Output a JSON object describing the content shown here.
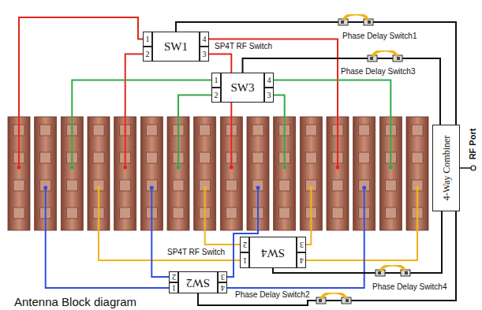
{
  "diagram": {
    "caption": "Antenna Block diagram",
    "nodes": [
      {
        "text": [
          "SW1"
        ]
      },
      {
        "text": [
          "1"
        ]
      },
      {
        "text": [
          "4"
        ]
      },
      {
        "text": [
          "2"
        ]
      },
      {
        "text": [
          "3"
        ]
      },
      {
        "text": [
          "Phase Delay Switch1"
        ]
      },
      {
        "text": [
          "Phase Delay Switch3"
        ]
      },
      {
        "text": [
          "SW3"
        ]
      },
      {
        "text": [
          "1"
        ]
      },
      {
        "text": [
          "4"
        ]
      },
      {
        "text": [
          "2"
        ]
      },
      {
        "text": [
          "3"
        ]
      },
      {
        "text": [
          "4-Way Combiner"
        ]
      },
      {
        "text": [
          "SW4"
        ]
      },
      {
        "text": [
          "2"
        ]
      },
      {
        "text": [
          "3"
        ]
      },
      {
        "text": [
          "1"
        ]
      },
      {
        "text": [
          "4"
        ]
      },
      {
        "text": [
          "Phase Delay Switch4"
        ]
      },
      {
        "text": [
          "SW2"
        ]
      },
      {
        "text": [
          "2"
        ]
      },
      {
        "text": [
          "3"
        ]
      },
      {
        "text": [
          "1"
        ]
      },
      {
        "text": [
          "4"
        ]
      },
      {
        "text": [
          "Phase Delay Switch2"
        ]
      }
    ],
    "edges": [
      {
        "from": 0,
        "to": 5,
        "arrow": "none"
      },
      {
        "from": 5,
        "to": 12,
        "arrow": "none"
      },
      {
        "from": 7,
        "to": 6,
        "arrow": "none"
      },
      {
        "from": 6,
        "to": 12,
        "arrow": "none"
      },
      {
        "from": 13,
        "to": 18,
        "arrow": "none"
      },
      {
        "from": 18,
        "to": 12,
        "arrow": "none"
      },
      {
        "from": 19,
        "to": 24,
        "arrow": "none"
      },
      {
        "from": 24,
        "to": 12,
        "arrow": "none"
      }
    ],
    "labels": [
      "SP4T RF Switch",
      "RF Port",
      "SP4T RF Switch"
    ]
  }
}
